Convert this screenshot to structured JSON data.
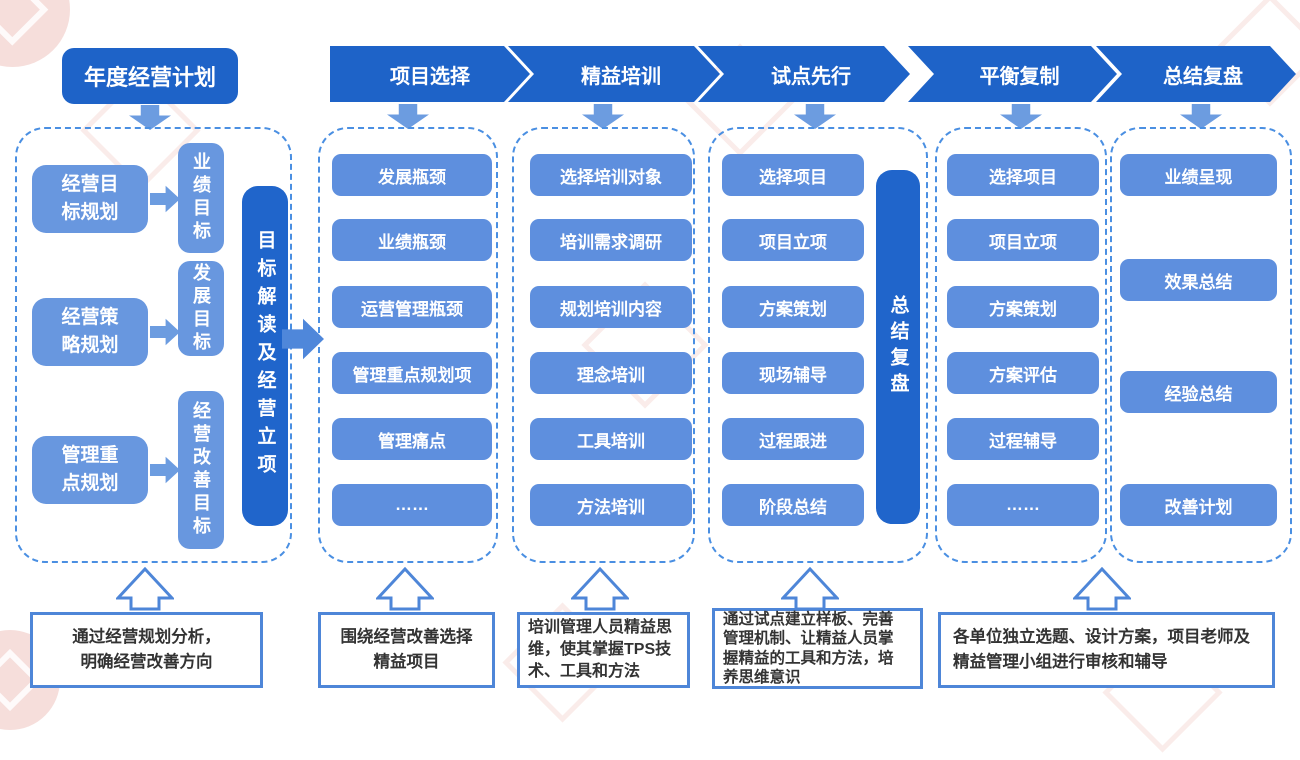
{
  "colors": {
    "deep_blue": "#1E63C8",
    "bar_blue": "#2065CB",
    "item_blue": "#5E8FDE",
    "soft_blue": "#6897DF",
    "arrow_blue": "#6C9CE0",
    "big_arrow_blue": "#4F87DA",
    "dashed_border": "#4A8FE2",
    "note_border": "#4E86D8",
    "note_text": "#333333"
  },
  "annual_plan": {
    "label": "年度经营计划"
  },
  "planning": {
    "rows": [
      {
        "source": "经营目\n标规划",
        "target": "业绩目标"
      },
      {
        "source": "经营策\n略规划",
        "target": "发展目标"
      },
      {
        "source": "管理重\n点规划",
        "target": "经营改善目标"
      }
    ],
    "bar": "目标解读及经营立项",
    "note": "通过经营规划分析，\n明确经营改善方向"
  },
  "phases": [
    {
      "label": "项目选择",
      "items": [
        "发展瓶颈",
        "业绩瓶颈",
        "运营管理瓶颈",
        "管理重点规划项",
        "管理痛点",
        "……"
      ],
      "note": "围绕经营改善选择\n精益项目"
    },
    {
      "label": "精益培训",
      "items": [
        "选择培训对象",
        "培训需求调研",
        "规划培训内容",
        "理念培训",
        "工具培训",
        "方法培训"
      ],
      "note": "培训管理人员精益思\n维，使其掌握TPS技\n术、工具和方法"
    },
    {
      "label": "试点先行",
      "items": [
        "选择项目",
        "项目立项",
        "方案策划",
        "现场辅导",
        "过程跟进",
        "阶段总结"
      ],
      "bar": "总结复盘",
      "note": "通过试点建立样板、完善\n管理机制、让精益人员掌\n握精益的工具和方法，培\n养思维意识"
    },
    {
      "label": "平衡复制",
      "items": [
        "选择项目",
        "项目立项",
        "方案策划",
        "方案评估",
        "过程辅导",
        "……"
      ],
      "note": "各单位独立选题、设计方案，项目老师及\n精益管理小组进行审核和辅导"
    },
    {
      "label": "总结复盘",
      "items": [
        "业绩呈现",
        "效果总结",
        "经验总结",
        "改善计划"
      ]
    }
  ]
}
